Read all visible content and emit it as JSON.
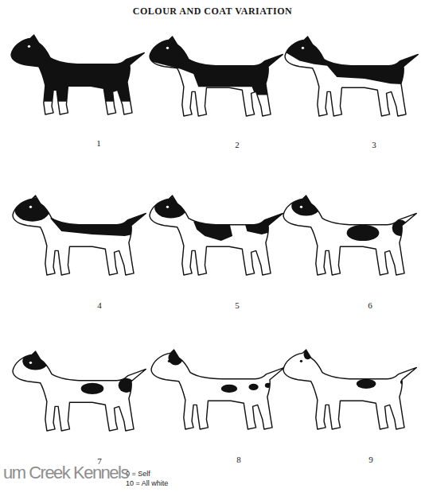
{
  "diagram": {
    "title": "COLOUR AND COAT VARIATION",
    "labels": [
      "1",
      "2",
      "3",
      "4",
      "5",
      "6",
      "7",
      "8",
      "9",
      "0 = Self",
      "10 = All white",
      "um Creek Kennels"
    ]
  }
}
